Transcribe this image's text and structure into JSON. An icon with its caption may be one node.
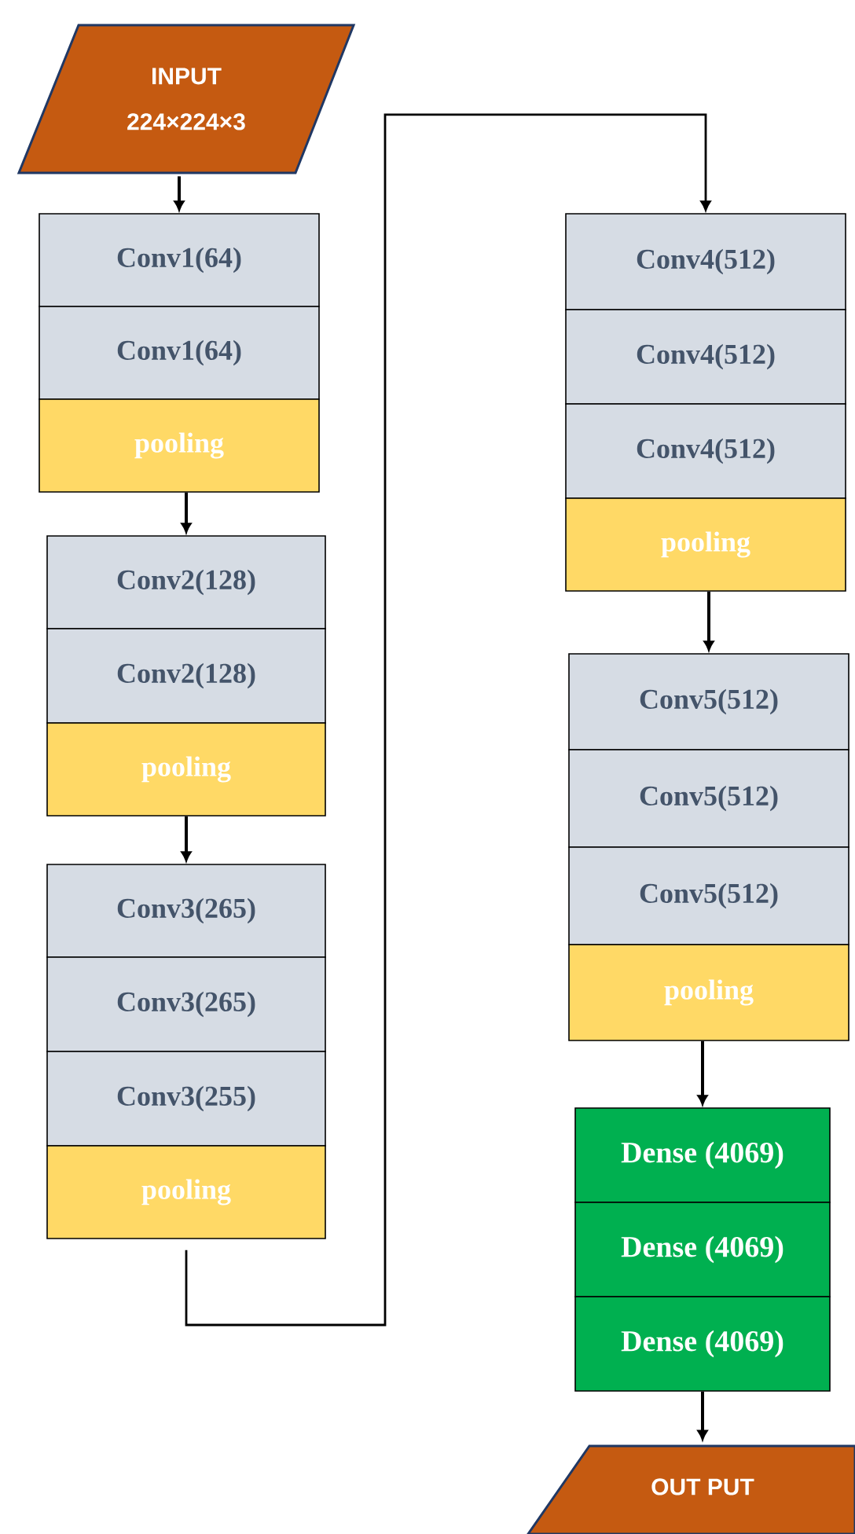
{
  "diagram": {
    "nodes": [
      {
        "text": [
          "INPUT",
          "224×224×3"
        ]
      },
      {
        "text": [
          "Conv1(64)"
        ]
      },
      {
        "text": [
          "Conv1(64)"
        ]
      },
      {
        "text": [
          "pooling"
        ]
      },
      {
        "text": [
          "Conv2(128)"
        ]
      },
      {
        "text": [
          "Conv2(128)"
        ]
      },
      {
        "text": [
          "pooling"
        ]
      },
      {
        "text": [
          "Conv3(265)"
        ]
      },
      {
        "text": [
          "Conv3(265)"
        ]
      },
      {
        "text": [
          "Conv3(255)"
        ]
      },
      {
        "text": [
          "pooling"
        ]
      },
      {
        "text": [
          "Conv4(512)"
        ]
      },
      {
        "text": [
          "Conv4(512)"
        ]
      },
      {
        "text": [
          "Conv4(512)"
        ]
      },
      {
        "text": [
          "pooling"
        ]
      },
      {
        "text": [
          "Conv5(512)"
        ]
      },
      {
        "text": [
          "Conv5(512)"
        ]
      },
      {
        "text": [
          "Conv5(512)"
        ]
      },
      {
        "text": [
          "pooling"
        ]
      },
      {
        "text": [
          "Dense (4069)"
        ]
      },
      {
        "text": [
          "Dense (4069)"
        ]
      },
      {
        "text": [
          "Dense (4069)"
        ]
      },
      {
        "text": [
          "OUT PUT"
        ]
      }
    ],
    "edges": [
      {
        "from": 0,
        "to": 1,
        "arrow": "to"
      },
      {
        "from": 3,
        "to": 4,
        "arrow": "to"
      },
      {
        "from": 6,
        "to": 7,
        "arrow": "to"
      },
      {
        "from": 10,
        "to": 11,
        "arrow": "to"
      },
      {
        "from": 14,
        "to": 15,
        "arrow": "to"
      },
      {
        "from": 18,
        "to": 19,
        "arrow": "to"
      },
      {
        "from": 21,
        "to": 22,
        "arrow": "to"
      }
    ]
  }
}
